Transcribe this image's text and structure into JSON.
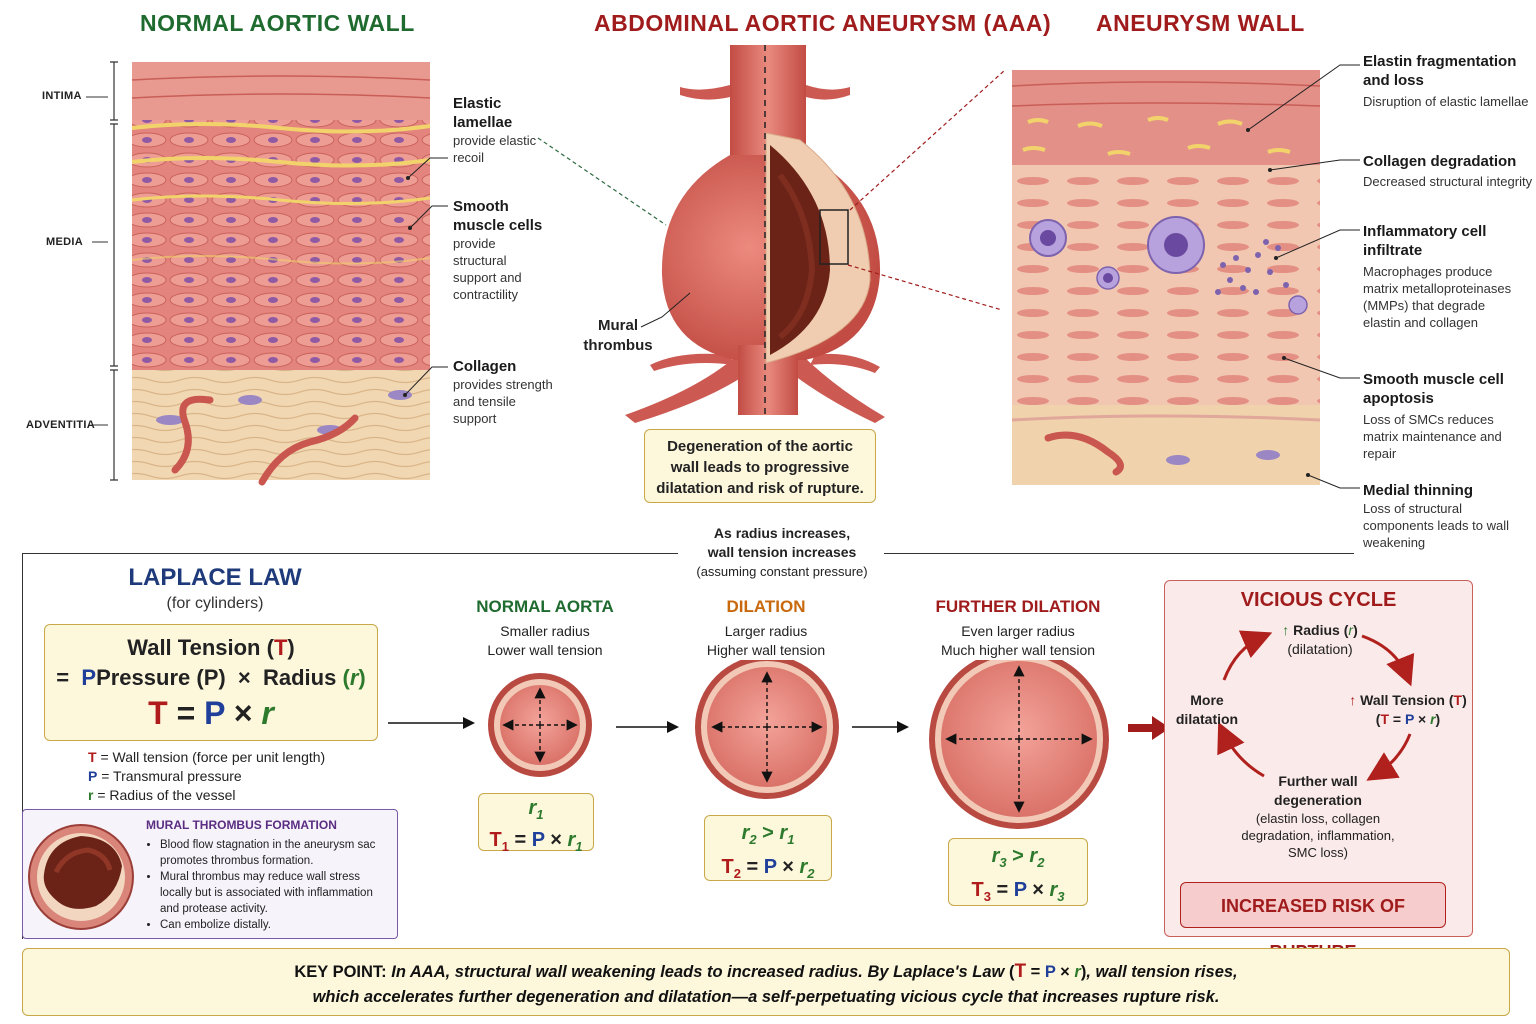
{
  "titles": {
    "normal_wall": "NORMAL AORTIC WALL",
    "aaa": "ABDOMINAL AORTIC ANEURYSM (AAA)",
    "aneurysm_wall": "ANEURYSM WALL"
  },
  "layers": {
    "intima": "INTIMA",
    "media": "MEDIA",
    "adventitia": "ADVENTITIA"
  },
  "normal_labels": [
    {
      "head": "Elastic lamellae",
      "body": "provide elastic recoil"
    },
    {
      "head": "Smooth muscle cells",
      "body": "provide structural support and contractility"
    },
    {
      "head": "Collagen",
      "body": "provides strength and tensile support"
    }
  ],
  "aaa": {
    "mural_thrombus": "Mural thrombus",
    "caption": "Degeneration of the aortic wall leads to progressive dilatation and risk of rupture."
  },
  "aneurysm_labels": [
    {
      "head": "Elastin fragmentation and loss",
      "body": "Disruption of elastic lamellae"
    },
    {
      "head": "Collagen degradation",
      "body": "Decreased structural integrity"
    },
    {
      "head": "Inflammatory cell infiltrate",
      "body": "Macrophages produce matrix metalloproteinases (MMPs) that degrade elastin and collagen"
    },
    {
      "head": "Smooth muscle cell apoptosis",
      "body": "Loss of SMCs reduces matrix maintenance and repair"
    },
    {
      "head": "Medial thinning",
      "body": "Loss of structural components leads to wall weakening"
    }
  ],
  "radius_note": {
    "line1": "As radius increases,",
    "line2": "wall tension increases",
    "line3": "(assuming constant pressure)"
  },
  "laplace": {
    "title": "LAPLACE LAW",
    "subtitle": "(for cylinders)",
    "wall_tension": "Wall Tension",
    "pressure": "Pressure",
    "radius": "Radius",
    "legend": [
      {
        "sym": "T",
        "text": "= Wall tension (force per unit length)"
      },
      {
        "sym": "P",
        "text": "= Transmural pressure"
      },
      {
        "sym": "r",
        "text": "= Radius of the vessel"
      }
    ]
  },
  "mural": {
    "title": "MURAL THROMBUS FORMATION",
    "bullets": [
      "Blood flow stagnation in the aneurysm sac promotes thrombus formation.",
      "Mural thrombus may reduce wall stress locally but is associated with inflammation and protease activity.",
      "Can embolize distally."
    ]
  },
  "stages": [
    {
      "title": "NORMAL AORTA",
      "l1": "Smaller radius",
      "l2": "Lower wall tension",
      "color": "#1f6b2f"
    },
    {
      "title": "DILATION",
      "l1": "Larger radius",
      "l2": "Higher wall tension",
      "color": "#c8690e"
    },
    {
      "title": "FURTHER DILATION",
      "l1": "Even larger radius",
      "l2": "Much higher wall tension",
      "color": "#a01c1c"
    }
  ],
  "cycle": {
    "title": "VICIOUS CYCLE",
    "radius": "Radius",
    "radius_sub": "(dilatation)",
    "wall_tension": "Wall Tension",
    "more_dilatation": "More dilatation",
    "further_degen": "Further wall degeneration",
    "further_sub": "(elastin loss, collagen degradation, inflammation, SMC loss)",
    "rupture": "INCREASED RISK OF RUPTURE"
  },
  "key_point": {
    "label": "KEY POINT:",
    "text_a": "In AAA, structural wall weakening leads to increased radius. By Laplace's Law",
    "text_b": ", wall tension rises,",
    "line2": "which accelerates further degeneration and dilatation—a self-perpetuating vicious cycle that increases rupture risk."
  },
  "colors": {
    "tissue_pink": "#e58c84",
    "tissue_dark": "#c4544e",
    "elastin_yellow": "#f2d36b",
    "adventitia": "#f1d6b0",
    "macrophage": "#9b83c6"
  }
}
